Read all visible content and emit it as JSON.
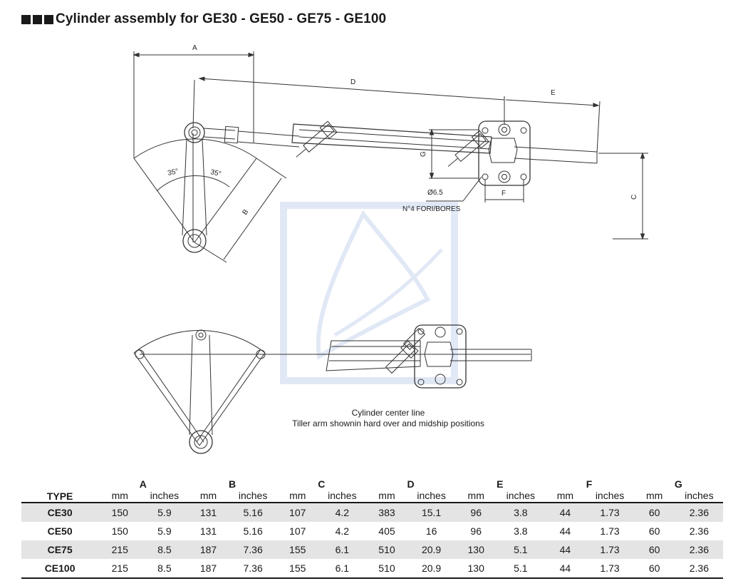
{
  "page": {
    "title": "Cylinder assembly for GE30 - GE50 - GE75 - GE100"
  },
  "drawing": {
    "labels": {
      "a": "A",
      "b": "B",
      "c": "C",
      "d": "D",
      "e": "E",
      "f": "F",
      "g": "G",
      "angle_left": "35°",
      "angle_right": "35°",
      "hole_diameter": "Ø6.5",
      "bores": "N°4 FORI/BORES"
    },
    "caption_line1": "Cylinder center line",
    "caption_line2": "Tiller arm shownin hard over and midship positions"
  },
  "table": {
    "type_header": "TYPE",
    "groups": [
      "A",
      "B",
      "C",
      "D",
      "E",
      "F",
      "G"
    ],
    "units": [
      "mm",
      "inches"
    ],
    "rows": [
      {
        "type": "CE30",
        "values": [
          "150",
          "5.9",
          "131",
          "5.16",
          "107",
          "4.2",
          "383",
          "15.1",
          "96",
          "3.8",
          "44",
          "1.73",
          "60",
          "2.36"
        ]
      },
      {
        "type": "CE50",
        "values": [
          "150",
          "5.9",
          "131",
          "5.16",
          "107",
          "4.2",
          "405",
          "16",
          "96",
          "3.8",
          "44",
          "1.73",
          "60",
          "2.36"
        ]
      },
      {
        "type": "CE75",
        "values": [
          "215",
          "8.5",
          "187",
          "7.36",
          "155",
          "6.1",
          "510",
          "20.9",
          "130",
          "5.1",
          "44",
          "1.73",
          "60",
          "2.36"
        ]
      },
      {
        "type": "CE100",
        "values": [
          "215",
          "8.5",
          "187",
          "7.36",
          "155",
          "6.1",
          "510",
          "20.9",
          "130",
          "5.1",
          "44",
          "1.73",
          "60",
          "2.36"
        ]
      }
    ]
  }
}
